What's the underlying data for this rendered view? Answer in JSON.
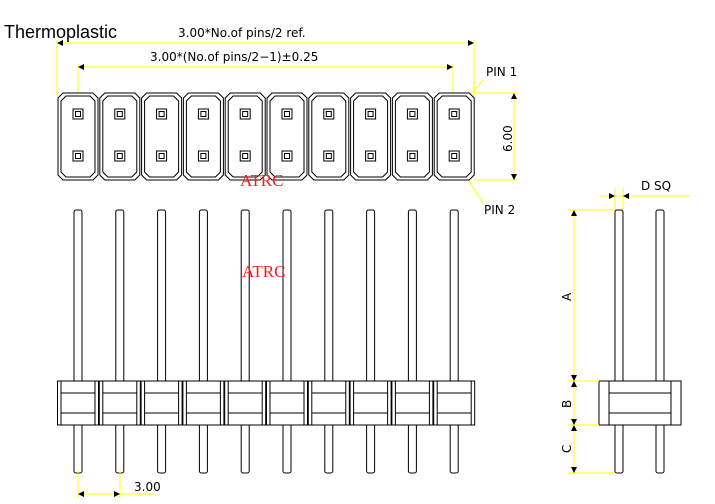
{
  "title": "Thermoplastic",
  "top_view": {
    "pin_count_shown": 10,
    "rows": 2,
    "dim_overall": "3.00*No.of pins/2 ref.",
    "dim_pitch_total": "3.00*(No.of pins/2−1)±0.25",
    "dim_height": "6.00",
    "label_pin1": "PIN 1",
    "label_pin2": "PIN 2",
    "watermark": "ATRC"
  },
  "front_view": {
    "pin_count_shown": 10,
    "dim_pitch": "3.00",
    "watermark": "ATRC"
  },
  "side_view": {
    "label_d": "D SQ",
    "label_a": "A",
    "label_b": "B",
    "label_c": "C"
  },
  "colors": {
    "line": "#000000",
    "dimension": "#ffff00",
    "watermark": "#ff1a1a",
    "fill": "#ffffff"
  }
}
